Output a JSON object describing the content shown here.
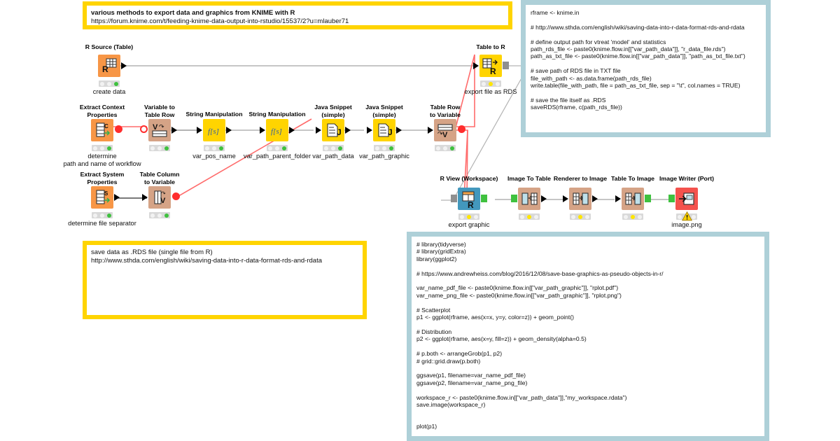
{
  "app": {
    "name": "KNIME Analytics Platform",
    "canvas_background": "#ffffff",
    "accent_annotation": "#ffd400",
    "accent_codebox": "#aed0d8",
    "flow_variable_wire_color": "#ff6b6b",
    "data_wire_color": "#b3b3b3"
  },
  "annotations": [
    {
      "id": "annot-top",
      "title": "various methods to export data and graphics from KNIME with R",
      "url": "https://forum.knime.com/t/feeding-knime-data-output-into-rstudio/15537/2?u=mlauber71",
      "border_color": "#ffd400"
    },
    {
      "id": "annot-bottom",
      "title": "save data as .RDS file (single file from R)",
      "url": "http://www.sthda.com/english/wiki/saving-data-into-r-data-format-rds-and-rdata",
      "border_color": "#ffd400"
    }
  ],
  "codeboxes": [
    {
      "id": "code-table-to-r",
      "language": "R",
      "code": "rframe <- knime.in\n\n# http://www.sthda.com/english/wiki/saving-data-into-r-data-format-rds-and-rdata\n\n# define output path for vtreat 'model' and statistics\npath_rds_file <- paste0(knime.flow.in[[\"var_path_data\"]], \"r_data_file.rds\")\npath_as_txt_file <- paste0(knime.flow.in[[\"var_path_data\"]], \"path_as_txt_file.txt\")\n\n# save path of RDS file in TXT file\nfile_with_path <- as.data.frame(path_rds_file)\nwrite.table(file_with_path, file = path_as_txt_file, sep = \"\\t\", col.names = TRUE)\n\n# save the file itself as .RDS\nsaveRDS(rframe, c(path_rds_file))"
    },
    {
      "id": "code-r-view",
      "language": "R",
      "code": "# library(tidyverse)\n# library(gridExtra)\nlibrary(ggplot2)\n\n# https://www.andrewheiss.com/blog/2016/12/08/save-base-graphics-as-pseudo-objects-in-r/\n\nvar_name_pdf_file <- paste0(knime.flow.in[[\"var_path_graphic\"]], \"rplot.pdf\")\nvar_name_png_file <- paste0(knime.flow.in[[\"var_path_graphic\"]], \"rplot.png\")\n\n# Scatterplot\np1 <- ggplot(rframe, aes(x=x, y=y, color=z)) + geom_point()\n\n# Distribution\np2 <- ggplot(rframe, aes(x=y, fill=z)) + geom_density(alpha=0.5)\n\n# p.both <- arrangeGrob(p1, p2)\n# grid::grid.draw(p.both)\n\nggsave(p1, filename=var_name_pdf_file)\nggsave(p2, filename=var_name_png_file)\n\nworkspace_r <- paste0(knime.flow.in[[\"var_path_data\"]],\"my_workspace.rdata\")\nsave.image(workspace_r)\n\n\nplot(p1)"
    }
  ],
  "nodes": [
    {
      "id": "r-source-table",
      "title": "R Source (Table)",
      "sublabel": "create data",
      "icon": "r-source-icon",
      "icon_color": "#f79646",
      "status": [
        "idle",
        "idle",
        "green"
      ]
    },
    {
      "id": "table-to-r",
      "title": "Table to R",
      "sublabel": "export file as RDS",
      "icon": "table-to-r-icon",
      "icon_color": "#ffd400",
      "status": [
        "idle",
        "yellow",
        "idle"
      ]
    },
    {
      "id": "extract-context-properties",
      "title": "Extract Context\nProperties",
      "sublabel": "determine\npath and name of workflow",
      "icon": "extract-context-icon",
      "icon_color": "#f79646",
      "status": [
        "idle",
        "idle",
        "green"
      ]
    },
    {
      "id": "variable-to-table-row",
      "title": "Variable to\nTable Row",
      "sublabel": "",
      "icon": "variable-to-table-row-icon",
      "icon_color": "#d5a386",
      "status": [
        "idle",
        "idle",
        "green"
      ]
    },
    {
      "id": "string-manipulation-1",
      "title": "String Manipulation",
      "sublabel": "var_pos_name",
      "icon": "string-manipulation-icon",
      "icon_color": "#ffd400",
      "status": [
        "idle",
        "idle",
        "green"
      ]
    },
    {
      "id": "string-manipulation-2",
      "title": "String Manipulation",
      "sublabel": "var_path_parent_folder",
      "icon": "string-manipulation-icon",
      "icon_color": "#ffd400",
      "status": [
        "idle",
        "idle",
        "green"
      ]
    },
    {
      "id": "java-snippet-1",
      "title": "Java Snippet\n(simple)",
      "sublabel": "var_path_data",
      "icon": "java-snippet-icon",
      "icon_color": "#ffd400",
      "status": [
        "idle",
        "idle",
        "green"
      ]
    },
    {
      "id": "java-snippet-2",
      "title": "Java Snippet\n(simple)",
      "sublabel": "var_path_graphic",
      "icon": "java-snippet-icon",
      "icon_color": "#ffd400",
      "status": [
        "idle",
        "idle",
        "green"
      ]
    },
    {
      "id": "table-row-to-variable",
      "title": "Table Row\nto Variable",
      "sublabel": "",
      "icon": "table-row-to-variable-icon",
      "icon_color": "#d5a386",
      "status": [
        "idle",
        "idle",
        "green"
      ]
    },
    {
      "id": "extract-system-properties",
      "title": "Extract System\nProperties",
      "sublabel": "determine file separator",
      "icon": "extract-system-icon",
      "icon_color": "#f79646",
      "status": [
        "idle",
        "idle",
        "green"
      ]
    },
    {
      "id": "table-column-to-variable",
      "title": "Table Column\nto Variable",
      "sublabel": "",
      "icon": "table-column-to-variable-icon",
      "icon_color": "#d5a386",
      "status": [
        "idle",
        "idle",
        "green"
      ]
    },
    {
      "id": "r-view-workspace",
      "title": "R View (Workspace)",
      "sublabel": "export graphic",
      "icon": "r-view-icon",
      "icon_color": "#4398bd",
      "status": [
        "idle",
        "yellow",
        "idle"
      ]
    },
    {
      "id": "image-to-table",
      "title": "Image To Table",
      "sublabel": "",
      "icon": "image-to-table-icon",
      "icon_color": "#d5a386",
      "status": [
        "idle",
        "yellow",
        "idle"
      ]
    },
    {
      "id": "renderer-to-image",
      "title": "Renderer to Image",
      "sublabel": "",
      "icon": "renderer-to-image-icon",
      "icon_color": "#d5a386",
      "status": [
        "idle",
        "yellow",
        "idle"
      ]
    },
    {
      "id": "table-to-image",
      "title": "Table To Image",
      "sublabel": "",
      "icon": "table-to-image-icon",
      "icon_color": "#d5a386",
      "status": [
        "idle",
        "yellow",
        "idle"
      ]
    },
    {
      "id": "image-writer-port",
      "title": "Image Writer (Port)",
      "sublabel": "image.png",
      "icon": "image-writer-icon",
      "icon_color": "#f4524d",
      "status": [
        "warning"
      ],
      "badge": "warning-triangle-icon"
    }
  ]
}
